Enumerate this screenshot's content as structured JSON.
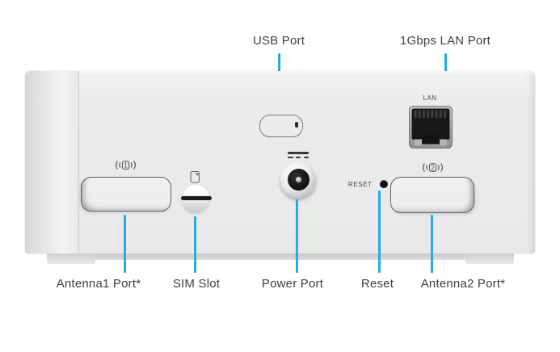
{
  "colors": {
    "accent": "#29ABE2",
    "label_text": "#3F3F41",
    "device_text": "#48484A"
  },
  "callouts": {
    "top": [
      {
        "label": "USB Port"
      },
      {
        "label": "1Gbps LAN Port"
      }
    ],
    "bottom": [
      {
        "label": "Antenna1 Port*"
      },
      {
        "label": "SIM Slot"
      },
      {
        "label": "Power Port"
      },
      {
        "label": "Reset"
      },
      {
        "label": "Antenna2 Port*"
      }
    ]
  },
  "device": {
    "lan_port_label": "LAN",
    "reset_label": "RESET",
    "antenna1_digit": "1",
    "antenna2_digit": "2"
  }
}
